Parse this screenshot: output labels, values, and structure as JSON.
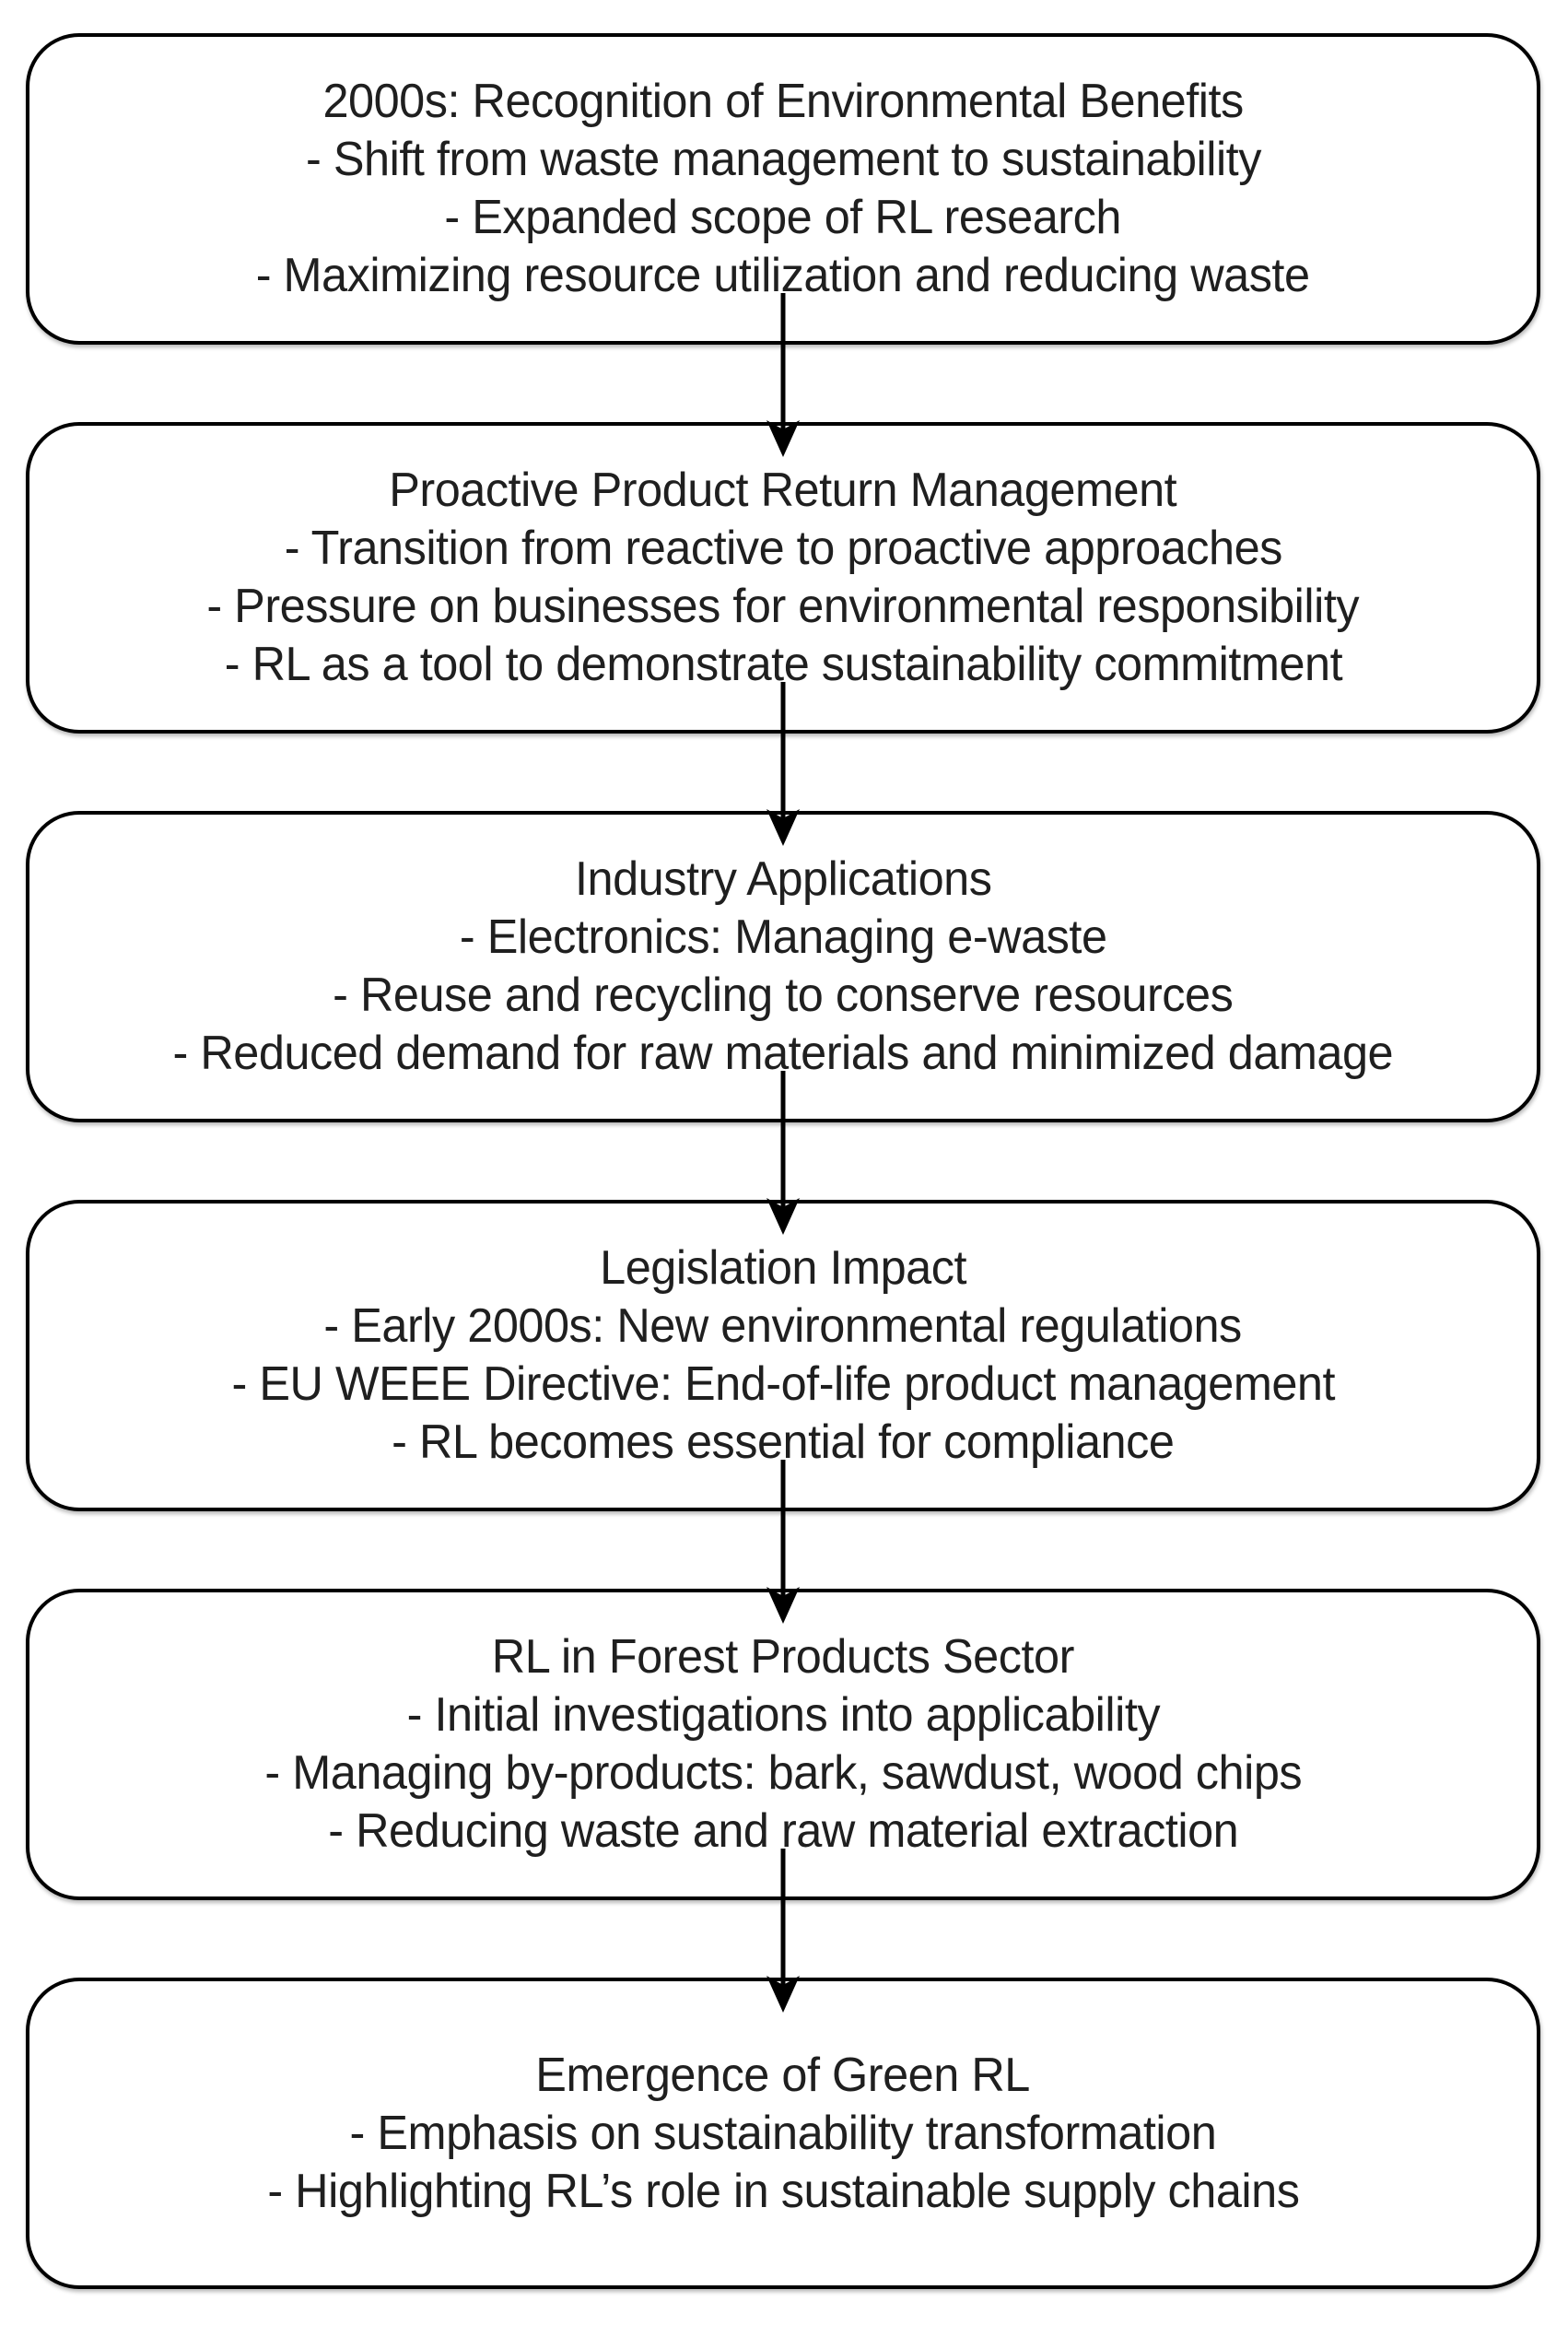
{
  "diagram": {
    "background_color": "#ffffff",
    "box_border_color": "#000000",
    "text_color": "#1f1f1f",
    "arrow_color": "#000000",
    "boxes": [
      {
        "title": "2000s: Recognition of Environmental Benefits",
        "bullets": [
          "- Shift from waste management to sustainability",
          "- Expanded scope of RL research",
          "- Maximizing resource utilization and reducing waste"
        ]
      },
      {
        "title": "Proactive Product Return Management",
        "bullets": [
          "- Transition from reactive to proactive approaches",
          "- Pressure on businesses for environmental responsibility",
          "- RL as a tool to demonstrate sustainability commitment"
        ]
      },
      {
        "title": "Industry Applications",
        "bullets": [
          "- Electronics: Managing e-waste",
          "- Reuse and recycling to conserve resources",
          "- Reduced demand for raw materials and minimized damage"
        ]
      },
      {
        "title": "Legislation Impact",
        "bullets": [
          "- Early 2000s: New environmental regulations",
          "- EU WEEE Directive: End-of-life product management",
          "- RL becomes essential for compliance"
        ]
      },
      {
        "title": "RL in Forest Products Sector",
        "bullets": [
          "- Initial investigations into applicability",
          "- Managing by-products: bark, sawdust, wood chips",
          "- Reducing waste and raw material extraction"
        ]
      },
      {
        "title": "Emergence of Green RL",
        "bullets": [
          "- Emphasis on sustainability transformation",
          "- Highlighting RL’s role in sustainable supply chains"
        ]
      }
    ]
  }
}
